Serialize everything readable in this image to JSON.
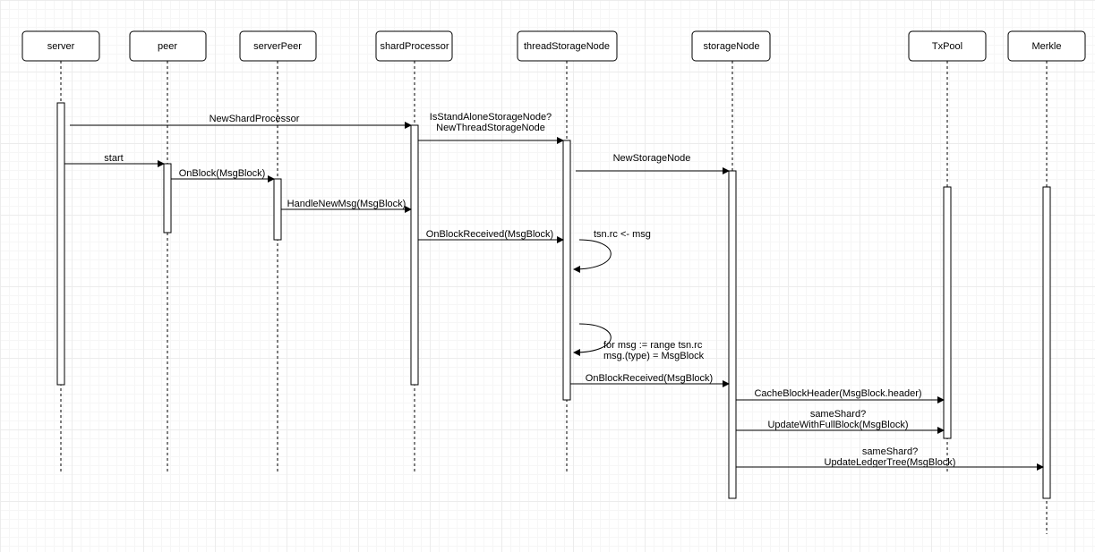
{
  "participants": {
    "server": "server",
    "peer": "peer",
    "serverPeer": "serverPeer",
    "shardProcessor": "shardProcessor",
    "threadStorageNode": "threadStorageNode",
    "storageNode": "storageNode",
    "txPool": "TxPool",
    "merkle": "Merkle"
  },
  "messages": {
    "new_shard_processor": "NewShardProcessor",
    "is_standalone_line1": "IsStandAloneStorageNode?",
    "is_standalone_line2": "NewThreadStorageNode",
    "start": "start",
    "new_storage_node": "NewStorageNode",
    "on_block": "OnBlock(MsgBlock)",
    "handle_new_msg": "HandleNewMsg(MsgBlock)",
    "on_block_received_1": "OnBlockReceived(MsgBlock)",
    "tsn_rc_msg": "tsn.rc <- msg",
    "for_msg_line1": "for msg := range tsn.rc",
    "for_msg_line2": "msg.(type) = MsgBlock",
    "on_block_received_2": "OnBlockReceived(MsgBlock)",
    "cache_block_header": "CacheBlockHeader(MsgBlock.header)",
    "same_shard_1": "sameShard?",
    "update_with_full_block": "UpdateWithFullBlock(MsgBlock)",
    "same_shard_2": "sameShard?",
    "update_ledger_tree": "UpdateLedgerTree(MsgBlock)"
  }
}
